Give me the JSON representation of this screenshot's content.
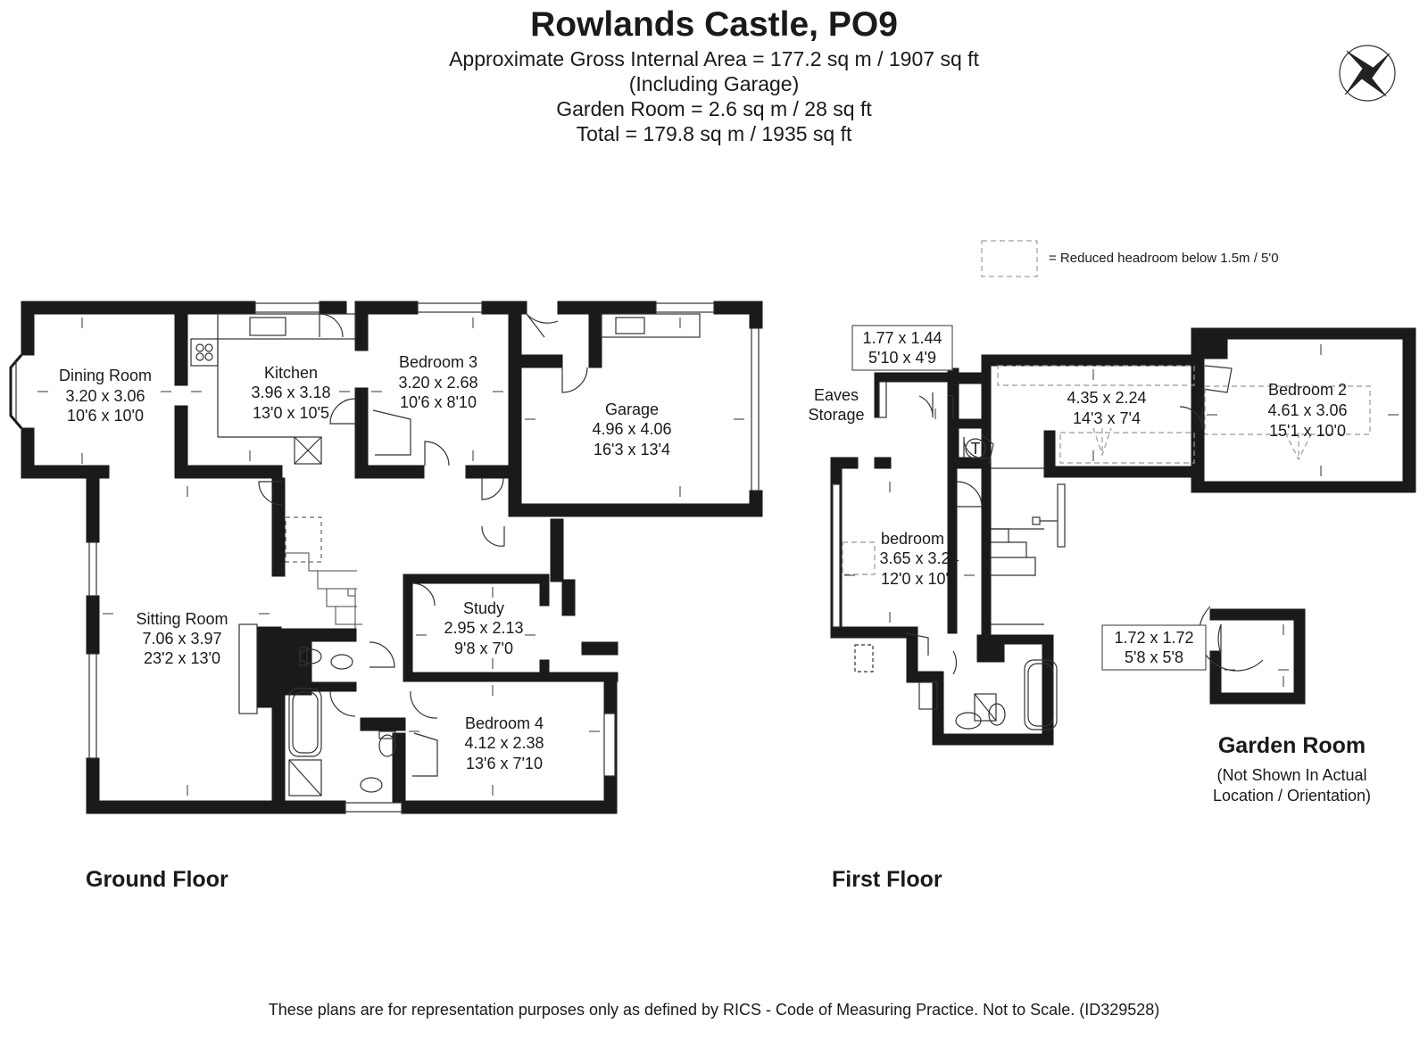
{
  "header": {
    "title": "Rowlands Castle, PO9",
    "lines": [
      "Approximate Gross Internal Area = 177.2 sq m / 1907 sq ft",
      "(Including Garage)",
      "Garden Room = 2.6 sq m / 28 sq ft",
      "Total = 179.8 sq m / 1935 sq ft"
    ]
  },
  "compass": {
    "label": "N"
  },
  "legend": {
    "text": "= Reduced headroom below 1.5m / 5'0"
  },
  "ground_floor": {
    "label": "Ground Floor",
    "rooms": {
      "dining": {
        "name": "Dining Room",
        "metric": "3.20 x 3.06",
        "imperial": "10'6 x 10'0"
      },
      "kitchen": {
        "name": "Kitchen",
        "metric": "3.96 x 3.18",
        "imperial": "13'0 x 10'5"
      },
      "bedroom3": {
        "name": "Bedroom 3",
        "metric": "3.20 x 2.68",
        "imperial": "10'6 x 8'10"
      },
      "garage": {
        "name": "Garage",
        "metric": "4.96 x 4.06",
        "imperial": "16'3 x 13'4"
      },
      "sitting": {
        "name": "Sitting Room",
        "metric": "7.06 x 3.97",
        "imperial": "23'2 x 13'0"
      },
      "study": {
        "name": "Study",
        "metric": "2.95 x 2.13",
        "imperial": "9'8 x 7'0"
      },
      "bedroom4": {
        "name": "Bedroom 4",
        "metric": "4.12 x 2.38",
        "imperial": "13'6 x 7'10"
      }
    }
  },
  "first_floor": {
    "label": "First Floor",
    "rooms": {
      "eaves": {
        "line1": "Eaves",
        "line2": "Storage"
      },
      "eaves_dims": {
        "metric": "1.77 x 1.44",
        "imperial": "5'10 x 4'9"
      },
      "landing_room": {
        "metric": "4.35 x 2.24",
        "imperial": "14'3 x 7'4"
      },
      "bedroom2": {
        "name": "Bedroom 2",
        "metric": "4.61 x 3.06",
        "imperial": "15'1 x 10'0"
      },
      "bedroom1": {
        "name": "bedroom 1",
        "metric": "3.65 x 3.24",
        "imperial": "12'0 x 10'8"
      },
      "tank": {
        "label": "T"
      }
    }
  },
  "garden_room": {
    "metric": "1.72 x 1.72",
    "imperial": "5'8 x 5'8",
    "title": "Garden Room",
    "note_line1": "(Not Shown In Actual",
    "note_line2": "Location / Orientation)"
  },
  "footer": {
    "text": "These plans are for representation purposes only as defined by RICS - Code of Measuring Practice. Not to Scale. (ID329528)"
  }
}
